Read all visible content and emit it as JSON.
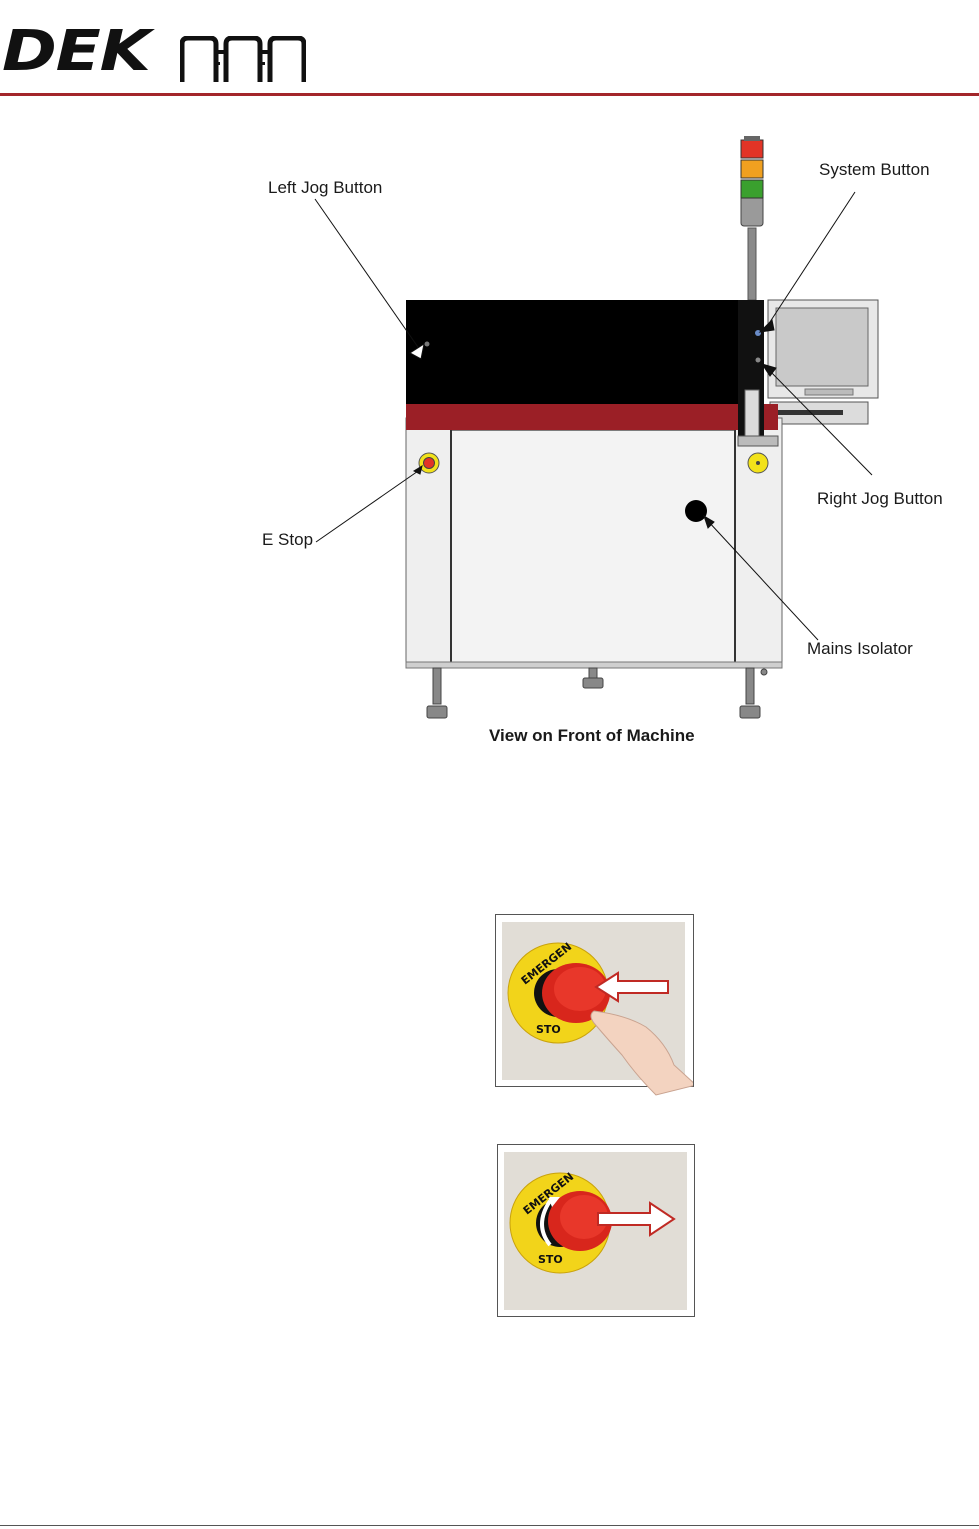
{
  "header": {
    "brand_word": "DEK",
    "rule_color": "#a3262a"
  },
  "figure": {
    "callouts": {
      "left_jog": "Left Jog Button",
      "system": "System Button",
      "right_jog": "Right Jog Button",
      "e_stop": "E Stop",
      "mains": "Mains Isolator"
    },
    "caption": "View on Front of Machine",
    "colors": {
      "machine_red": "#9b1f26",
      "machine_top": "#000000",
      "machine_body": "#efefef",
      "beacon_red": "#e23426",
      "beacon_amber": "#f0a020",
      "beacon_green": "#3aa02e",
      "estop_yellow": "#f2e21a"
    }
  },
  "photos": {
    "press": {
      "icon": "emergency-stop-press-photo",
      "arrow_direction": "left",
      "label_top": "EMERGEN",
      "label_bottom": "STO"
    },
    "release": {
      "icon": "emergency-stop-release-photo",
      "arrow_direction": "right",
      "label_top": "EMERGEN",
      "label_bottom": "STO"
    }
  }
}
